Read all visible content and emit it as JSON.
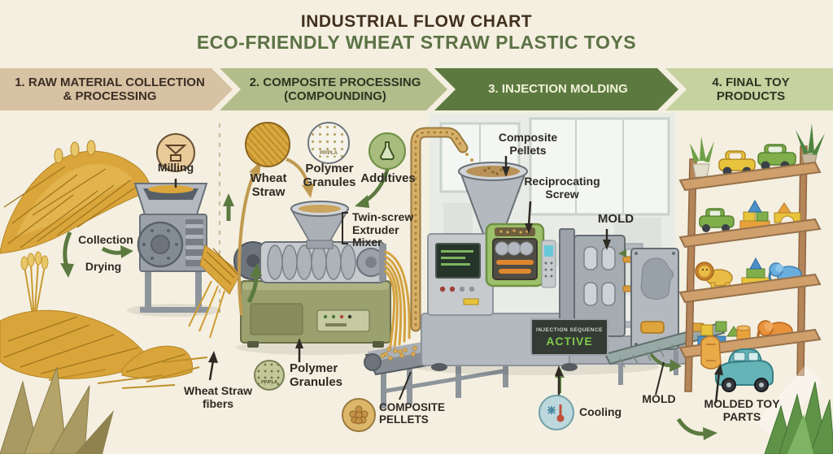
{
  "title": {
    "line1": "INDUSTRIAL FLOW CHART",
    "line2": "ECO-FRIENDLY WHEAT STRAW PLASTIC TOYS"
  },
  "stages": [
    {
      "label": "1. RAW MATERIAL COLLECTION & PROCESSING",
      "color": "#d8c2a4"
    },
    {
      "label": "2. COMPOSITE PROCESSING (COMPOUNDING)",
      "color": "#b3bd8b"
    },
    {
      "label": "3. INJECTION MOLDING",
      "color": "#5c7a40"
    },
    {
      "label": "4. FINAL TOY PRODUCTS",
      "color": "#c6d2a0"
    }
  ],
  "labels": {
    "milling": "Milling",
    "collection": "Collection",
    "drying": "Drying",
    "wheat_straw_fibers": "Wheat Straw fibers",
    "wheat_straw": "Wheat Straw",
    "polymer_granules": "Polymer Granules",
    "additives": "Additives",
    "twin_screw_extruder": "Twin-screw Extruder Mixer",
    "polymer_granules_2": "Polymer Granules",
    "composite_pellets_caps": "COMPOSITE PELLETS",
    "composite_pellets": "Composite Pellets",
    "reciprocating_screw": "Reciprocating Screw",
    "mold_top": "MOLD",
    "mold_bottom": "MOLD",
    "cooling": "Cooling",
    "molded_toy_parts": "MOLDED TOY PARTS",
    "pp_pla": "PP/PLA",
    "pp_pla_2": "PP/PLA"
  },
  "machine_display": {
    "line1": "INJECTION SEQUENCE",
    "line2": "ACTIVE"
  },
  "icons": {
    "milling": "mill-hopper-icon",
    "wheat_straw": "straw-texture-circle",
    "polymer_granules": "granule-dots-circle",
    "additives": "flask-icon",
    "polymer_granules_small": "granule-dots-circle",
    "composite_pellets": "pellet-cluster-circle",
    "cooling": "thermometer-snowflake-icon"
  },
  "colors": {
    "background": "#f4efe0",
    "title_brown": "#43301f",
    "title_green": "#5c7245",
    "straw_gold": "#daa63c",
    "machine_olive": "#9aa06e",
    "machine_green": "#9dc06a",
    "heater_orange": "#e0862f",
    "active_green": "#7fc94e",
    "arrow_green": "#5c7a40",
    "arrow_tan": "#c09a50"
  }
}
